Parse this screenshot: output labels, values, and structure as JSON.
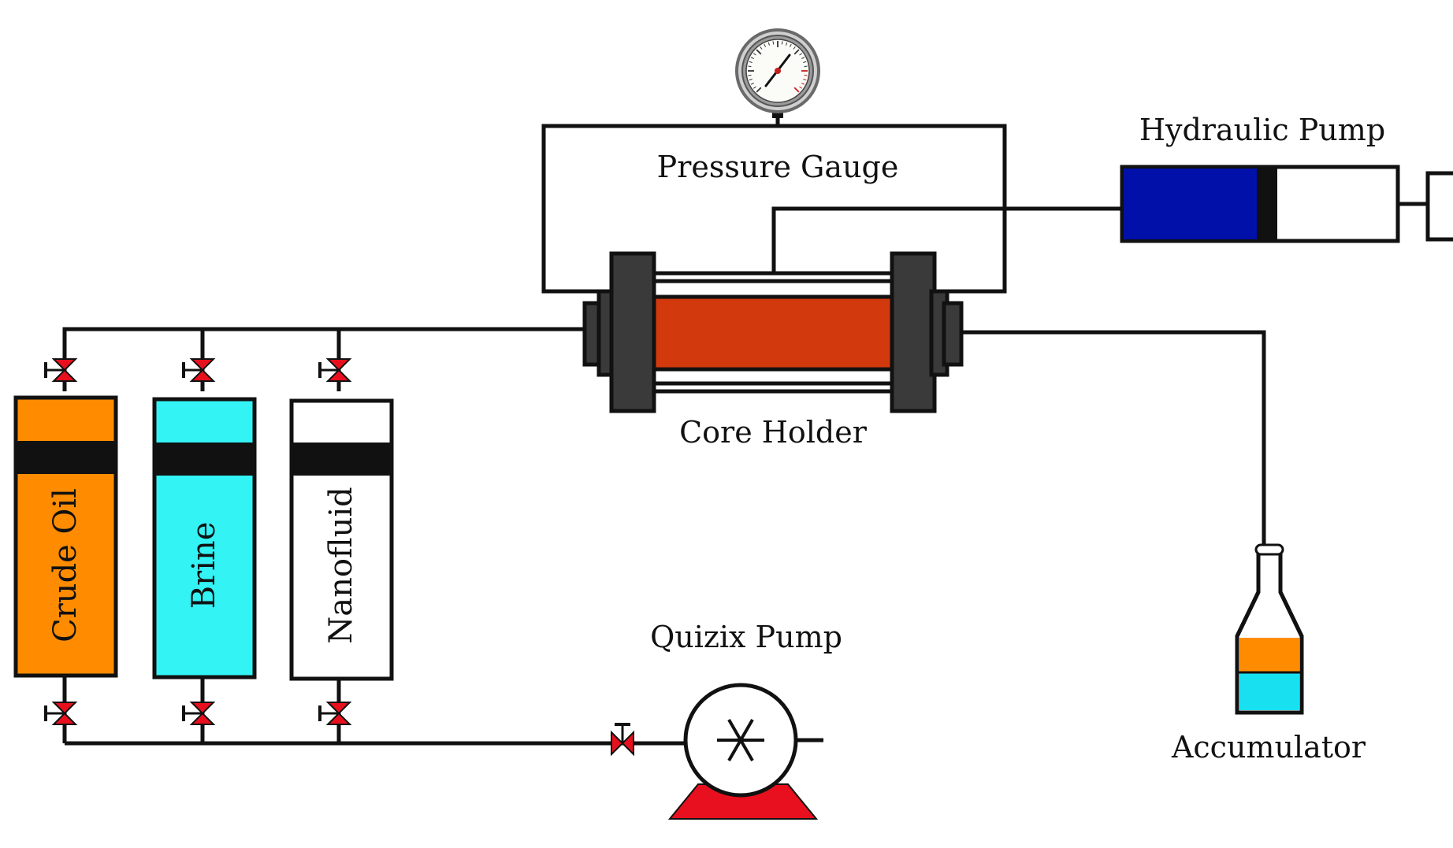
{
  "labels": {
    "pressure_gauge": "Pressure Gauge",
    "hydraulic_pump": "Hydraulic Pump",
    "core_holder": "Core Holder",
    "quizix_pump": "Quizix Pump",
    "accumulator": "Accumulator"
  },
  "cylinders": [
    {
      "label": "Crude Oil",
      "color": "#ff8c00"
    },
    {
      "label": "Brine",
      "color": "#33f3f5"
    },
    {
      "label": "Nanofluid",
      "color": "#ffffff"
    }
  ],
  "colors": {
    "core": "#d2390d",
    "flange": "#3a3a3a",
    "hydraulic_fluid": "#0010a8",
    "valve": "#e8101e",
    "pump_base": "#e8101e",
    "accumulator_oil": "#ff8c00",
    "accumulator_water": "#19e0f0"
  }
}
